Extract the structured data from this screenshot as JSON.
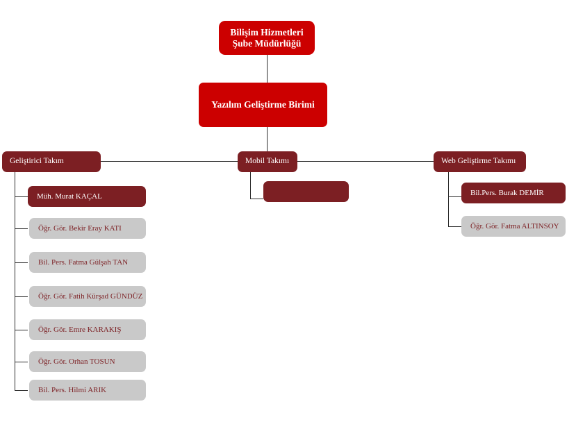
{
  "chart": {
    "title_root": "Bilişim Hizmetleri\nŞube Müdürlüğü",
    "root": {
      "line1": "Bilişim Hizmetleri",
      "line2": "Şube Müdürlüğü",
      "color": "#cc0000",
      "text_color": "#ffffff"
    },
    "unit": {
      "label": "Yazılım Geliştirme Birimi",
      "color": "#cc0000",
      "text_color": "#ffffff"
    },
    "colors": {
      "bright_red": "#cc0000",
      "dark_red": "#7c1f23",
      "gray": "#c9c9c9",
      "line": "#2b2b2b",
      "white": "#ffffff"
    },
    "teams": [
      {
        "label": "Geliştirici Takım",
        "members": [
          {
            "label": "Müh. Murat KAÇAL",
            "style": "dark"
          },
          {
            "label": "Öğr. Gör. Bekir Eray KATI",
            "style": "gray"
          },
          {
            "label": "Bil. Pers. Fatma Gülşah TAN",
            "style": "gray"
          },
          {
            "label": "Öğr. Gör. Fatih Kürşad GÜNDÜZ",
            "style": "gray"
          },
          {
            "label": "Öğr. Gör. Emre KARAKIŞ",
            "style": "gray"
          },
          {
            "label": "Öğr. Gör. Orhan TOSUN",
            "style": "gray"
          },
          {
            "label": "Bil. Pers. Hilmi ARIK",
            "style": "gray"
          }
        ]
      },
      {
        "label": "Mobil Takımı",
        "members": [
          {
            "label": "",
            "style": "dark"
          }
        ]
      },
      {
        "label": "Web Geliştirme Takımı",
        "members": [
          {
            "label": "Bil.Pers. Burak DEMİR",
            "style": "dark"
          },
          {
            "label": "Öğr. Gör. Fatma ALTINSOY",
            "style": "gray"
          }
        ]
      }
    ]
  }
}
